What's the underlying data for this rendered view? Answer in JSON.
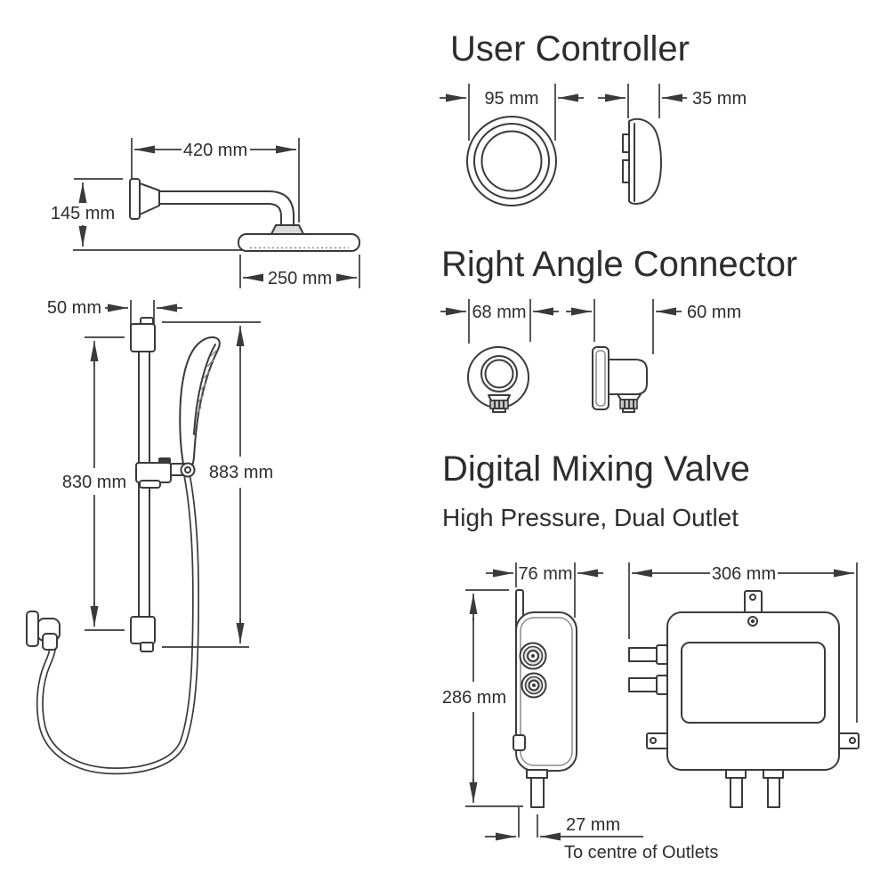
{
  "drawing": {
    "background": "#ffffff",
    "line_color": "#3a3a3a",
    "text_color": "#2d2d2d",
    "shower_head": {
      "arm_length": "420 mm",
      "drop_height": "145 mm",
      "head_diameter": "250 mm"
    },
    "slide_rail": {
      "bracket_width": "50 mm",
      "rail_length": "830 mm",
      "overall_height": "883 mm"
    },
    "user_controller": {
      "title": "User Controller",
      "diameter": "95 mm",
      "depth": "35 mm"
    },
    "right_angle_connector": {
      "title": "Right Angle Connector",
      "diameter": "68 mm",
      "depth": "60 mm"
    },
    "mixing_valve": {
      "title": "Digital Mixing Valve",
      "subtitle": "High Pressure, Dual Outlet",
      "depth": "76 mm",
      "width": "306 mm",
      "height": "286 mm",
      "outlet_offset": "27 mm",
      "outlet_note": "To centre of Outlets"
    }
  }
}
